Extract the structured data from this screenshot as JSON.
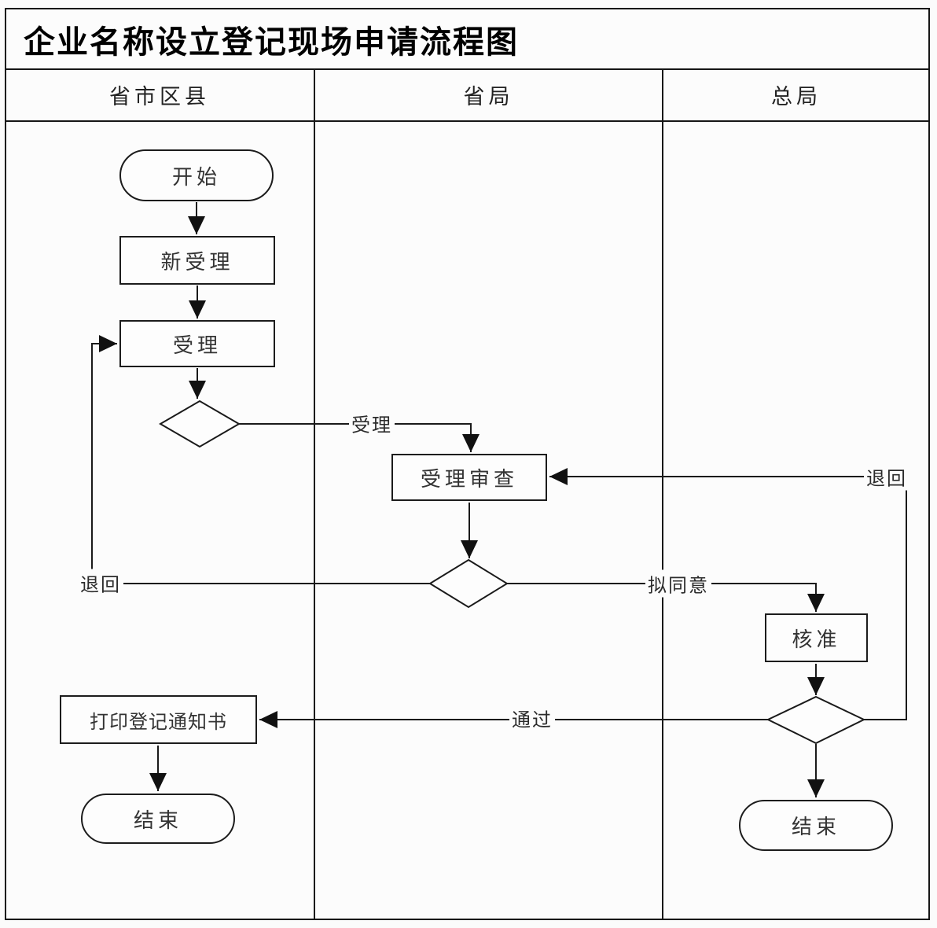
{
  "title": "企业名称设立登记现场申请流程图",
  "lanes": {
    "lane1": "省市区县",
    "lane2": "省局",
    "lane3": "总局"
  },
  "nodes": {
    "start": "开始",
    "new_accept": "新受理",
    "accept": "受理",
    "accept_review": "受理审查",
    "approve": "核准",
    "print_notice": "打印登记通知书",
    "end_left": "结束",
    "end_right": "结束"
  },
  "edge_labels": {
    "accept": "受理",
    "return_to_review": "退回",
    "return_to_accept": "退回",
    "pre_agree": "拟同意",
    "pass": "通过"
  },
  "colors": {
    "line": "#1a1a1a",
    "border": "#161616",
    "node_fill": "#fdfdfd",
    "background": "#fbfbfb",
    "text": "#333333",
    "title_text": "#000000"
  }
}
